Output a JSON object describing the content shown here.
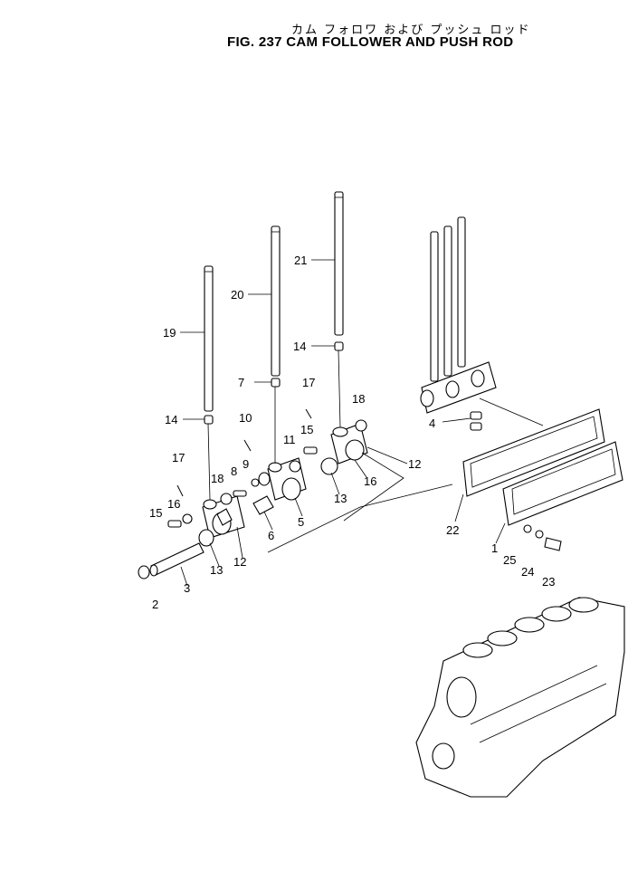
{
  "title": {
    "japanese": "カム フォロワ および プッシュ ロッド",
    "english": "FIG. 237  CAM FOLLOWER AND PUSH ROD"
  },
  "callouts": [
    "1",
    "2",
    "3",
    "4",
    "5",
    "6",
    "7",
    "8",
    "9",
    "10",
    "11",
    "12",
    "12",
    "13",
    "13",
    "14",
    "14",
    "15",
    "15",
    "16",
    "16",
    "17",
    "17",
    "18",
    "18",
    "19",
    "20",
    "21",
    "22",
    "23",
    "24",
    "25"
  ]
}
